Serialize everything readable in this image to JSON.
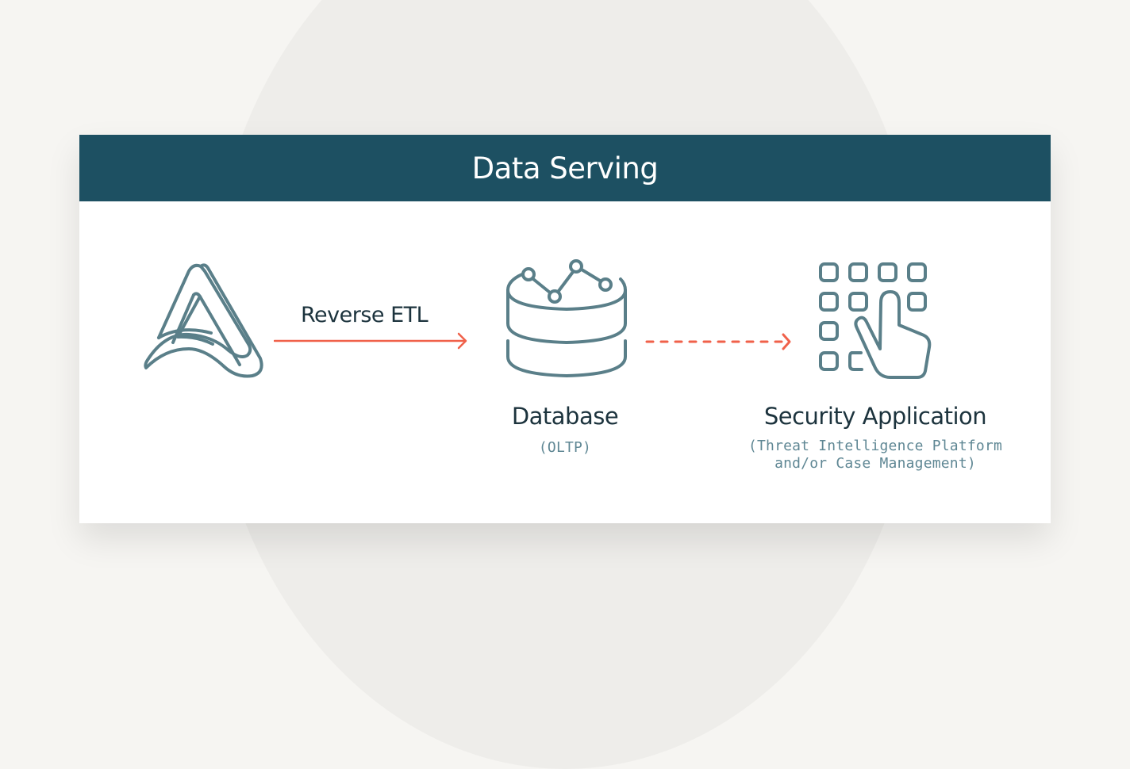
{
  "diagram": {
    "title": "Data Serving",
    "source": {
      "icon": "platform-logo-icon"
    },
    "edge_reverse_etl": {
      "label": "Reverse ETL",
      "style": "solid"
    },
    "database": {
      "icon": "database-icon",
      "title": "Database",
      "subtitle": "(OLTP)"
    },
    "edge_db_to_app": {
      "label": "",
      "style": "dashed"
    },
    "security_app": {
      "icon": "keypad-touch-icon",
      "title": "Security Application",
      "subtitle_line1": "(Threat Intelligence Platform",
      "subtitle_line2": "and/or Case Management)"
    }
  },
  "colors": {
    "header_bg": "#1d5062",
    "icon_stroke": "#5a7f89",
    "arrow": "#f0614a",
    "text_dark": "#1c333d",
    "text_muted": "#5f8794"
  }
}
